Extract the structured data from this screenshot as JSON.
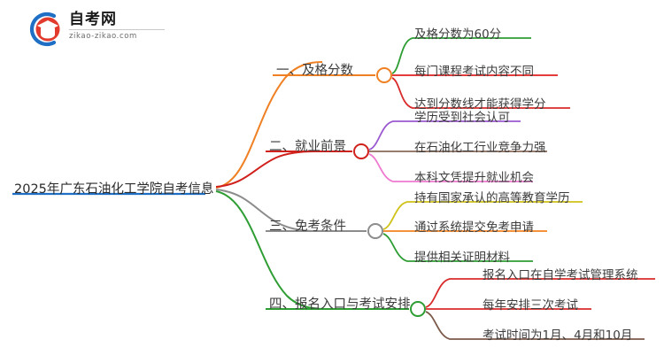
{
  "logo": {
    "title": "自考网",
    "domain": "zikao-zikao.com",
    "mark_arc_color": "#1f6fc4",
    "mark_cap_color": "#d32f2f"
  },
  "mindmap": {
    "root": {
      "label": "2025年广东石油化工学院自考信息",
      "line_color": "#1f6fc4",
      "node_color": "#1f6fc4"
    },
    "branches": [
      {
        "label": "一、及格分数",
        "line_color": "#ef8023",
        "node_color": "#ef8023",
        "children": [
          {
            "label": "及格分数为60分",
            "line_color": "#2e9e34"
          },
          {
            "label": "每门课程考试内容不同",
            "line_color": "#e02020"
          },
          {
            "label": "达到分数线才能获得学分",
            "line_color": "#d92b2b"
          }
        ]
      },
      {
        "label": "二、就业前景",
        "line_color": "#d0211c",
        "node_color": "#d0211c",
        "children": [
          {
            "label": "学历受到社会认可",
            "line_color": "#9b59d0"
          },
          {
            "label": "在石油化工行业竞争力强",
            "line_color": "#8a6a5a"
          },
          {
            "label": "本科文凭提升就业机会",
            "line_color": "#ef7ad0"
          }
        ]
      },
      {
        "label": "三、免考条件",
        "line_color": "#8c8c8c",
        "node_color": "#8c8c8c",
        "children": [
          {
            "label": "持有国家承认的高等教育学历",
            "line_color": "#cfc21a"
          },
          {
            "label": "通过系统提交免考申请",
            "line_color": "#f58220"
          },
          {
            "label": "提供相关证明材料",
            "line_color": "#2e9e34"
          }
        ]
      },
      {
        "label": "四、报名入口与考试安排",
        "line_color": "#2e9e34",
        "node_color": "#2e9e34",
        "children": [
          {
            "label": "报名入口在自学考试管理系统",
            "line_color": "#d92b2b"
          },
          {
            "label": "每年安排三次考试",
            "line_color": "#d92b2b"
          },
          {
            "label": "考试时间为1月、4月和10月",
            "line_color": "#7b5a4a"
          }
        ]
      }
    ]
  }
}
